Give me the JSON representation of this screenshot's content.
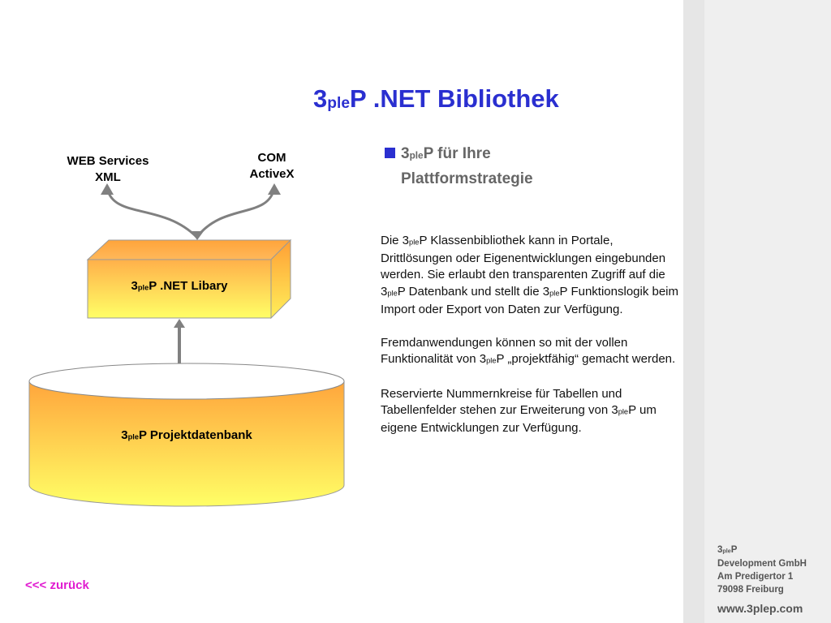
{
  "title": {
    "prefix": "3",
    "sub": "ple",
    "rest": "P .NET Bibliothek"
  },
  "bullet": {
    "prefix": "3",
    "sub": "ple",
    "line1": "P für Ihre",
    "line2": "Plattformstrategie"
  },
  "diagram": {
    "web_services_line1": "WEB Services",
    "web_services_line2": "XML",
    "com_line1": "COM",
    "com_line2": "ActiveX",
    "library_prefix": "3",
    "library_sub": "ple",
    "library_rest": "P .NET Libary",
    "db_prefix": "3",
    "db_sub": "ple",
    "db_rest": "P Projektdatenbank"
  },
  "body": {
    "p1_a": "Die 3",
    "p1_s1": "ple",
    "p1_b": "P Klassenbibliothek kann in Portale, Drittlösungen oder Eigenentwicklungen eingebunden werden. Sie erlaubt den transparenten Zugriff auf die 3",
    "p1_s2": "ple",
    "p1_c": "P Datenbank und stellt die 3",
    "p1_s3": "ple",
    "p1_d": "P Funktionslogik beim Import oder Export von Daten zur Verfügung.",
    "p2_a": "Fremdanwendungen können so mit der vollen Funktionalität von 3",
    "p2_s1": "ple",
    "p2_b": "P „projektfähig“  gemacht werden.",
    "p3_a": "Reservierte Nummernkreise für Tabellen und Tabellenfelder stehen zur Erweiterung von 3",
    "p3_s1": "ple",
    "p3_b": "P um eigene Entwicklungen zur Verfügung."
  },
  "nav": {
    "back_label": "<<< zurück"
  },
  "footer": {
    "company_prefix": "3",
    "company_sub": "ple",
    "company_rest": "P",
    "line2": "Development GmbH",
    "line3": "Am Predigertor 1",
    "line4": "79098 Freiburg",
    "url": "www.3plep.com"
  },
  "colors": {
    "title": "#2a2fd0",
    "back_link": "#e01bd0",
    "box_top": "#ffb04a",
    "box_bottom": "#ffff66"
  }
}
